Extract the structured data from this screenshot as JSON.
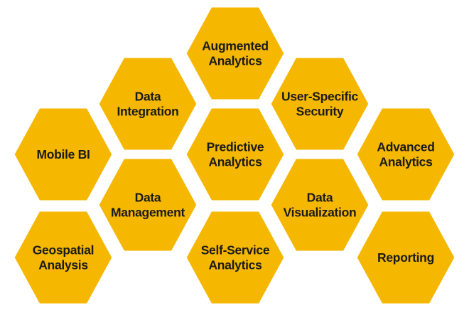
{
  "colors": {
    "hex_fill": "#F5B700",
    "hex_stroke": "#FFFFFF",
    "label": "#1A1A1A",
    "background": "#FFFFFF"
  },
  "hexagons": [
    {
      "id": "augmented-analytics",
      "lines": [
        "Augmented",
        "Analytics"
      ]
    },
    {
      "id": "data-integration",
      "lines": [
        "Data",
        "Integration"
      ]
    },
    {
      "id": "user-specific-security",
      "lines": [
        "User-Specific",
        "Security"
      ]
    },
    {
      "id": "mobile-bi",
      "lines": [
        "Mobile BI"
      ]
    },
    {
      "id": "predictive-analytics",
      "lines": [
        "Predictive",
        "Analytics"
      ]
    },
    {
      "id": "advanced-analytics",
      "lines": [
        "Advanced",
        "Analytics"
      ]
    },
    {
      "id": "data-management",
      "lines": [
        "Data",
        "Management"
      ]
    },
    {
      "id": "data-visualization",
      "lines": [
        "Data",
        "Visualization"
      ]
    },
    {
      "id": "geospatial-analysis",
      "lines": [
        "Geospatial",
        "Analysis"
      ]
    },
    {
      "id": "self-service-analytics",
      "lines": [
        "Self-Service",
        "Analytics"
      ]
    },
    {
      "id": "reporting",
      "lines": [
        "Reporting"
      ]
    }
  ]
}
